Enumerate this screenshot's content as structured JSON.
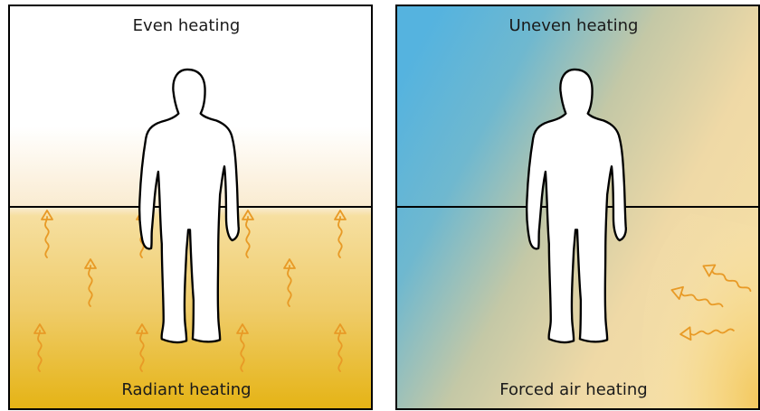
{
  "left_panel": {
    "top_label": "Even heating",
    "bottom_label": "Radiant heating"
  },
  "right_panel": {
    "top_label": "Uneven heating",
    "bottom_label": "Forced air heating"
  },
  "colors": {
    "warm_deep": "#e8b81c",
    "warm_light": "#fbe7b8",
    "warm_pale": "#f7e1a6",
    "cool_blue": "#58b4de",
    "arrow_orange": "#e89a26",
    "outline": "#000000"
  },
  "icons": {
    "person": "person-silhouette-icon",
    "heat_wave": "wavy-heat-arrow-icon"
  }
}
